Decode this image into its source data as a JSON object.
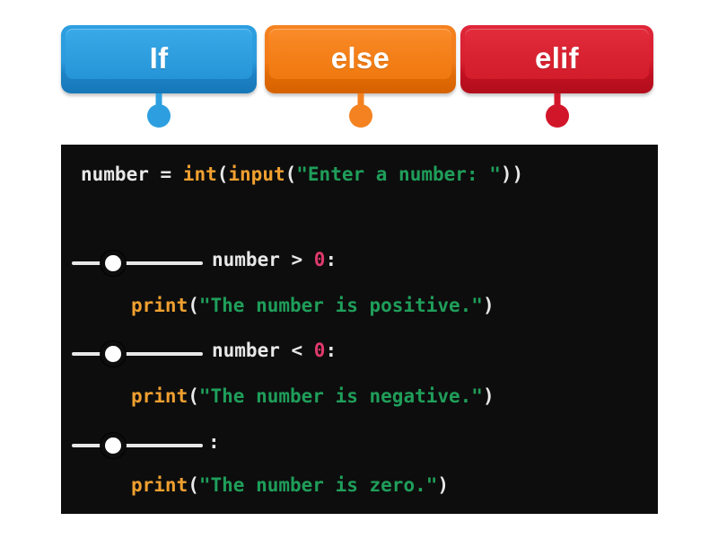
{
  "tiles": [
    {
      "label": "If",
      "color": "#2d9fe0",
      "variant": "blue",
      "name": "if"
    },
    {
      "label": "else",
      "color": "#f58220",
      "variant": "orange",
      "name": "else"
    },
    {
      "label": "elif",
      "color": "#d2162a",
      "variant": "red",
      "name": "elif"
    }
  ],
  "code": {
    "background": "#0d0d0d",
    "line1": {
      "var": "number",
      "eq": " = ",
      "fn_int": "int",
      "paren1": "(",
      "fn_input": "input",
      "paren2": "(",
      "string": "\"Enter a number: \"",
      "close": "))"
    },
    "cond1": {
      "expr": "number > 0",
      "var": "number",
      "op": " > ",
      "num": "0",
      "colon": ":"
    },
    "print1": {
      "fn": "print",
      "open": "(",
      "string": "\"The number is positive.\"",
      "close": ")"
    },
    "cond2": {
      "expr": "number < 0",
      "var": "number",
      "op": " < ",
      "num": "0",
      "colon": ":"
    },
    "print2": {
      "fn": "print",
      "open": "(",
      "string": "\"The number is negative.\"",
      "close": ")"
    },
    "cond3": {
      "colon": ":"
    },
    "print3": {
      "fn": "print",
      "open": "(",
      "string": "\"The number is zero.\"",
      "close": ")"
    }
  },
  "blanks": [
    {
      "name": "drop-zone-1",
      "answer": ""
    },
    {
      "name": "drop-zone-2",
      "answer": ""
    },
    {
      "name": "drop-zone-3",
      "answer": ""
    }
  ]
}
